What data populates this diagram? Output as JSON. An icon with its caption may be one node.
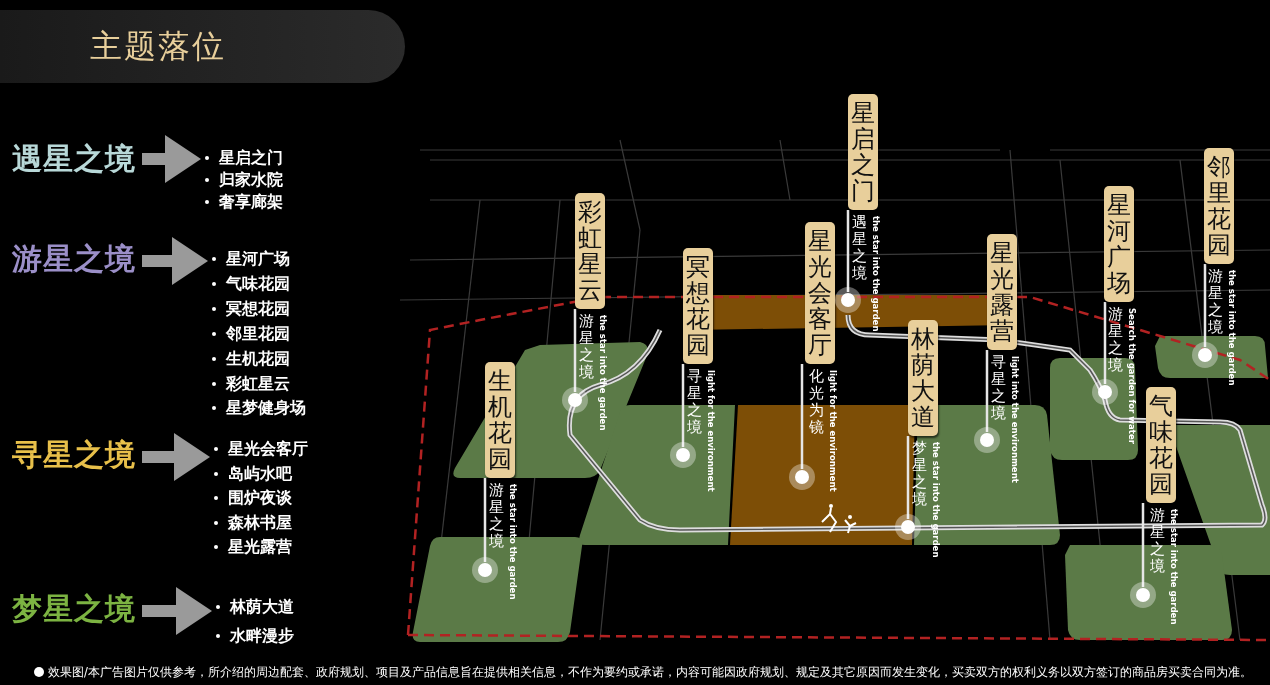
{
  "diagram": {
    "title": "主题落位",
    "nodes": [
      {
        "text": [
          "遇星之境"
        ]
      },
      {
        "text": [
          "游星之境"
        ]
      },
      {
        "text": [
          "寻星之境"
        ]
      },
      {
        "text": [
          "梦星之境"
        ]
      },
      {
        "text": [
          "星启之门",
          "归家水院",
          "奢享廊架"
        ]
      },
      {
        "text": [
          "星河广场",
          "气味花园",
          "冥想花园",
          "邻里花园",
          "生机花园",
          "彩虹星云",
          "星梦健身场"
        ]
      },
      {
        "text": [
          "星光会客厅",
          "岛屿水吧",
          "围炉夜谈",
          "森林书屋",
          "星光露营"
        ]
      },
      {
        "text": [
          "林荫大道",
          "水畔漫步"
        ]
      },
      {
        "text": [
          "生机花园"
        ],
        "beside": [
          "游星之境",
          "the star into the garden"
        ]
      },
      {
        "text": [
          "彩虹星云"
        ],
        "beside": [
          "游星之境",
          "the star into the garden"
        ]
      },
      {
        "text": [
          "冥想花园"
        ],
        "beside": [
          "寻星之境",
          "light for the environment"
        ]
      },
      {
        "text": [
          "星光会客厅"
        ],
        "beside": [
          "化光为镜",
          "light for the environment"
        ]
      },
      {
        "text": [
          "星启之门"
        ],
        "beside": [
          "遇星之境",
          "the star into the garden"
        ]
      },
      {
        "text": [
          "林荫大道"
        ],
        "beside": [
          "梦星之境",
          "the star into the garden"
        ]
      },
      {
        "text": [
          "星光露营"
        ],
        "beside": [
          "寻星之境",
          "light into the environment"
        ]
      },
      {
        "text": [
          "星河广场"
        ],
        "beside": [
          "游星之境",
          "Search the garden for water"
        ]
      },
      {
        "text": [
          "气味花园"
        ],
        "beside": [
          "游星之境",
          "the star into the garden"
        ]
      },
      {
        "text": [
          "邻里花园"
        ],
        "beside": [
          "游星之境",
          "the star into the garden"
        ]
      },
      {
        "text": [],
        "shape": "circle"
      },
      {
        "text": [],
        "shape": "circle"
      },
      {
        "text": [],
        "shape": "circle"
      },
      {
        "text": [],
        "shape": "circle"
      },
      {
        "text": [],
        "shape": "circle"
      },
      {
        "text": [],
        "shape": "circle"
      },
      {
        "text": [],
        "shape": "circle"
      },
      {
        "text": [],
        "shape": "circle"
      },
      {
        "text": [],
        "shape": "circle"
      },
      {
        "text": [],
        "shape": "circle"
      }
    ],
    "edges": [
      {
        "from": 0,
        "to": 4,
        "arrow": "to",
        "style": "thick"
      },
      {
        "from": 1,
        "to": 5,
        "arrow": "to",
        "style": "thick"
      },
      {
        "from": 2,
        "to": 6,
        "arrow": "to",
        "style": "thick"
      },
      {
        "from": 3,
        "to": 7,
        "arrow": "to",
        "style": "thick"
      },
      {
        "from": 8,
        "to": 18,
        "arrow": "none"
      },
      {
        "from": 9,
        "to": 19,
        "arrow": "none"
      },
      {
        "from": 10,
        "to": 20,
        "arrow": "none"
      },
      {
        "from": 11,
        "to": 21,
        "arrow": "none"
      },
      {
        "from": 12,
        "to": 22,
        "arrow": "none"
      },
      {
        "from": 13,
        "to": 23,
        "arrow": "none"
      },
      {
        "from": 14,
        "to": 24,
        "arrow": "none"
      },
      {
        "from": 15,
        "to": 25,
        "arrow": "none"
      },
      {
        "from": 16,
        "to": 26,
        "arrow": "none"
      },
      {
        "from": 17,
        "to": 27,
        "arrow": "none"
      }
    ],
    "labels": [
      "效果图/本广告图片仅供参考，所介绍的周边配套、政府规划、项目及产品信息旨在提供相关信息，不作为要约或承诺，内容可能因政府规划、规定及其它原因而发生变化，买卖双方的权利义务以双方签订的商品房买卖合同为准。"
    ]
  }
}
